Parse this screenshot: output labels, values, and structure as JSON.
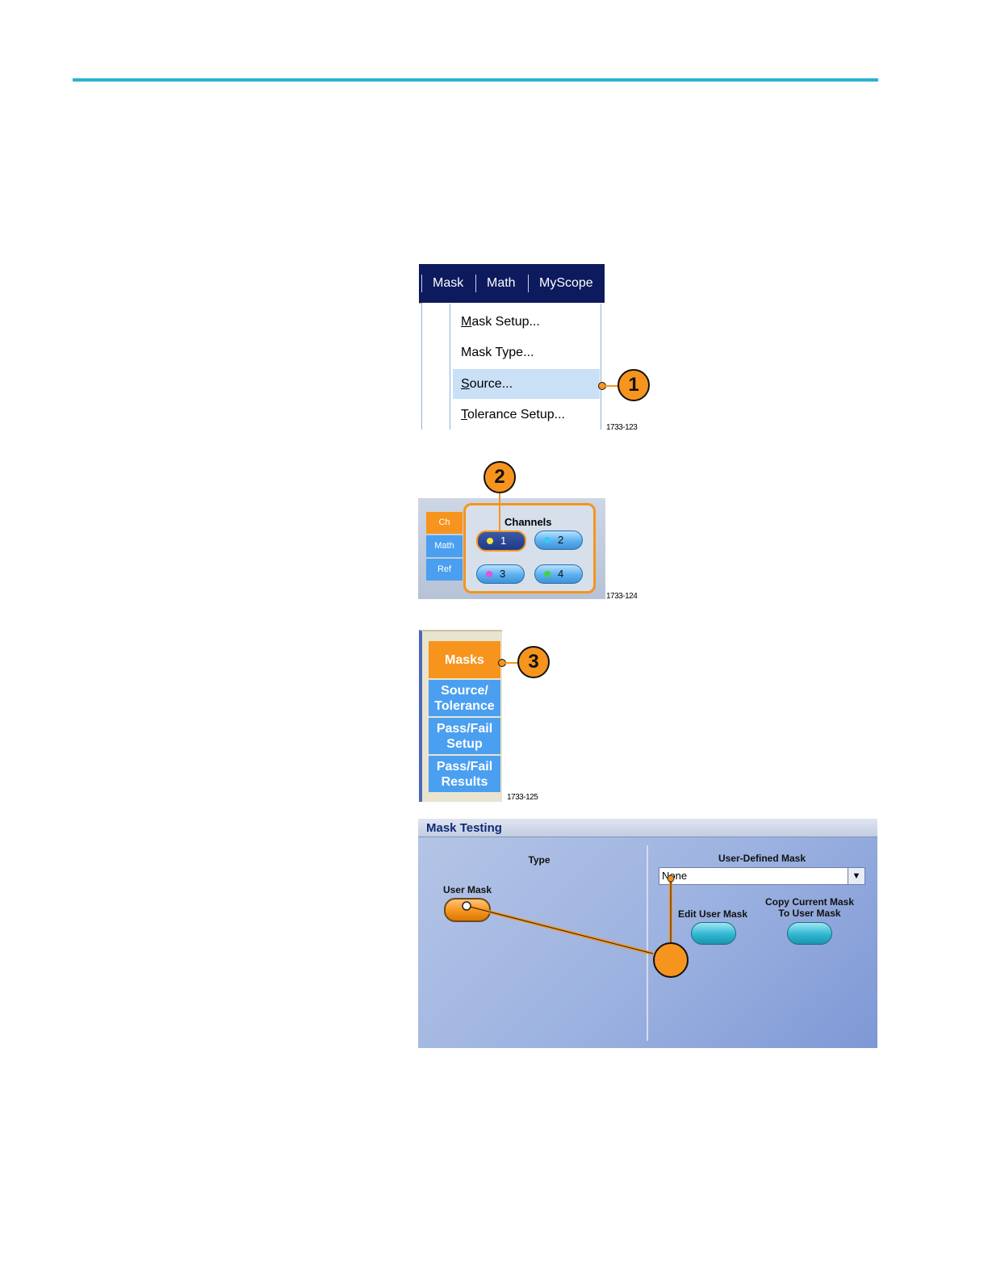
{
  "menu": {
    "bar_items": [
      "Mask",
      "Math",
      "MyScope"
    ],
    "items": [
      {
        "underline": "M",
        "rest": "ask Setup..."
      },
      {
        "underline": "",
        "rest": "Mask Type..."
      },
      {
        "underline": "S",
        "rest": "ource..."
      },
      {
        "underline": "T",
        "rest": "olerance Setup..."
      }
    ],
    "figure_id": "1733-123"
  },
  "channels": {
    "tabs": [
      "Ch",
      "Math",
      "Ref"
    ],
    "title": "Channels",
    "buttons": [
      {
        "label": "1",
        "dot_color": "#f5e642"
      },
      {
        "label": "2",
        "dot_color": "#36c8f0"
      },
      {
        "label": "3",
        "dot_color": "#e84ee0"
      },
      {
        "label": "4",
        "dot_color": "#3fd34a"
      }
    ],
    "figure_id": "1733-124"
  },
  "side_menu": {
    "buttons": [
      "Masks",
      "Source/ Tolerance",
      "Pass/Fail Setup",
      "Pass/Fail Results"
    ],
    "figure_id": "1733-125"
  },
  "mask_testing": {
    "title": "Mask Testing",
    "type_label": "Type",
    "user_mask_label": "User Mask",
    "user_defined_label": "User-Defined Mask",
    "dropdown_value": "None",
    "edit_label": "Edit User Mask",
    "copy_label_line1": "Copy Current Mask",
    "copy_label_line2": "To User Mask"
  },
  "callouts": [
    "1",
    "2",
    "3"
  ],
  "colors": {
    "accent": "#f7941d",
    "rule": "#2bb3d2",
    "menubar": "#0d1a5e",
    "tab_blue": "#4a9ff0"
  }
}
